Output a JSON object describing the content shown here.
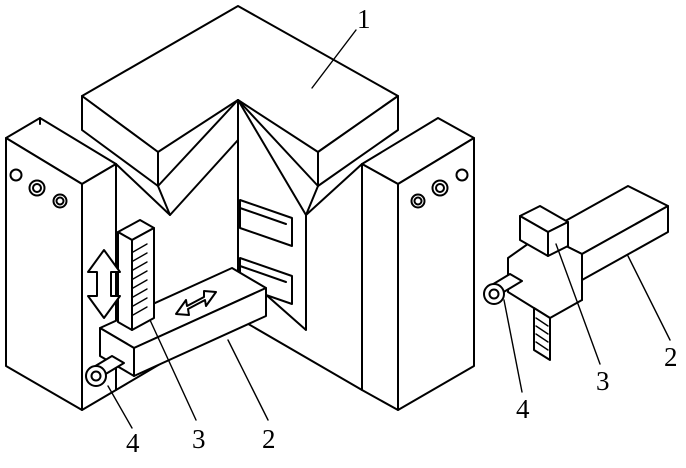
{
  "callouts": [
    {
      "id": "c1",
      "text": "1"
    },
    {
      "id": "c2a",
      "text": "2"
    },
    {
      "id": "c3a",
      "text": "3"
    },
    {
      "id": "c4a",
      "text": "4"
    },
    {
      "id": "c2b",
      "text": "2"
    },
    {
      "id": "c3b",
      "text": "3"
    },
    {
      "id": "c4b",
      "text": "4"
    }
  ],
  "colors": {
    "line": "#000000",
    "background": "#ffffff"
  }
}
